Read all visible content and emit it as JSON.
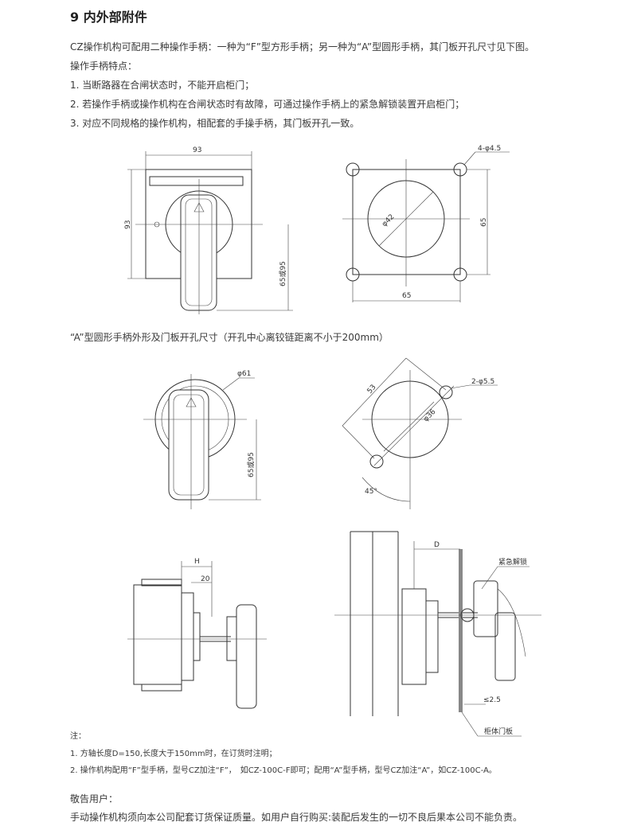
{
  "title": "9 内外部附件",
  "intro": [
    "CZ操作机构可配用二种操作手柄：一种为“F”型方形手柄；另一种为“A”型圆形手柄，其门板开孔尺寸见下图。",
    "操作手柄特点：",
    "1. 当断路器在合闸状态时，不能开启柜门；",
    "2. 若操作手柄或操作机构在合闸状态时有故障，可通过操作手柄上的紧急解锁装置开启柜门；",
    "3. 对应不同规格的操作机构，相配套的手操手柄，其门板开孔一致。"
  ],
  "fig_f": {
    "width": "93",
    "height": "93",
    "handle": "65或95"
  },
  "fig_f_hole": {
    "holes": "4-φ4.5",
    "dia": "φ42",
    "w": "65",
    "h": "65"
  },
  "caption": "“A”型圆形手柄外形及门板开孔尺寸（开孔中心离铰链距离不小于200mm）",
  "fig_a": {
    "dia": "φ61",
    "handle": "65或95"
  },
  "fig_a_hole": {
    "pitch": "53",
    "holes": "2-φ5.5",
    "dia": "φ36",
    "angle": "45°"
  },
  "fig_side": {
    "h": "H",
    "w": "20"
  },
  "fig_install": {
    "d": "D",
    "unlock": "紧急解锁",
    "gap": "≤2.5",
    "door": "柜体门板"
  },
  "notes": {
    "heading": "注：",
    "items": [
      "1. 方轴长度D=150,长度大于150mm时，在订货时注明；",
      "2. 操作机构配用“F”型手柄，型号CZ加注“F”，　如CZ-100C-F即可；配用“A”型手柄，型号CZ加注“A”，如CZ-100C-A。"
    ]
  },
  "warning": {
    "heading": "敬告用户：",
    "text": "手动操作机构须向本公司配套订货保证质量。如用户自行购买:装配后发生的一切不良后果本公司不能负责。"
  }
}
